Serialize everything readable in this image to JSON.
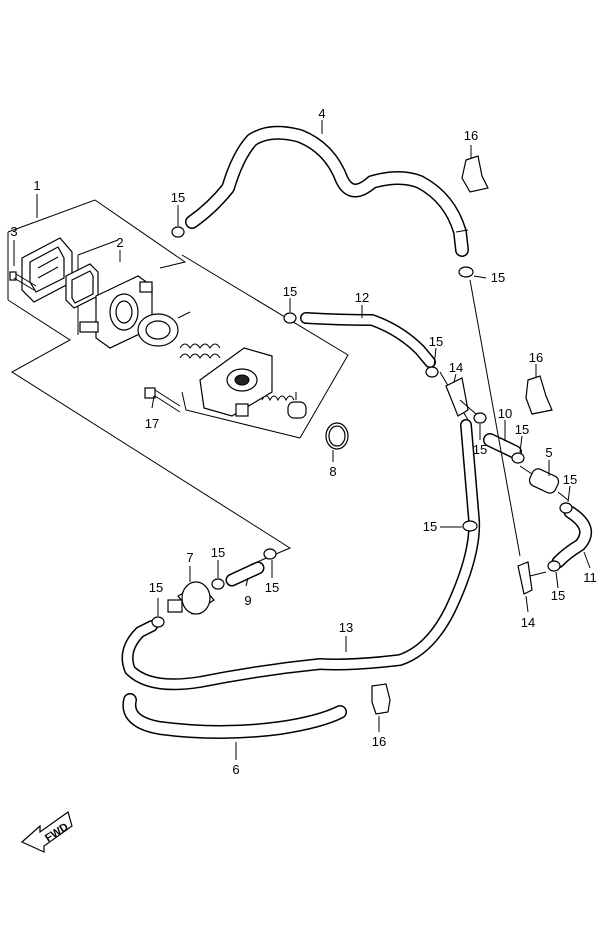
{
  "labels": {
    "l1": "1",
    "l2": "2",
    "l3": "3",
    "l4": "4",
    "l5": "5",
    "l6": "6",
    "l7": "7",
    "l8": "8",
    "l9": "9",
    "l10": "10",
    "l11": "11",
    "l12": "12",
    "l13": "13",
    "l14a": "14",
    "l14b": "14",
    "l15a": "15",
    "l15b": "15",
    "l15c": "15",
    "l15d": "15",
    "l15e": "15",
    "l15f": "15",
    "l15g": "15",
    "l15h": "15",
    "l15i": "15",
    "l15j": "15",
    "l15k": "15",
    "l15l": "15",
    "l16a": "16",
    "l16b": "16",
    "l16c": "16",
    "l17": "17"
  },
  "fwd_label": "FWD"
}
